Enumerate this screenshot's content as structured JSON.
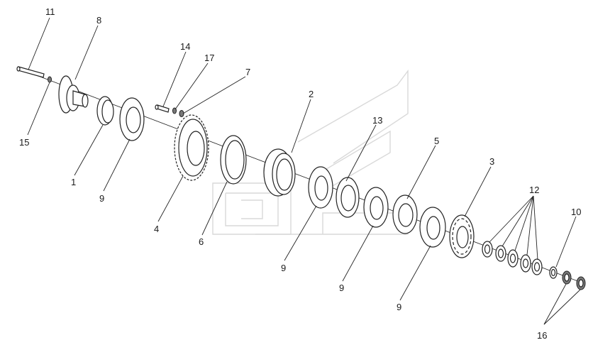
{
  "callouts": [
    "11",
    "8",
    "14",
    "17",
    "7",
    "2",
    "13",
    "5",
    "3",
    "12",
    "10",
    "15",
    "1",
    "9",
    "4",
    "6",
    "9",
    "9",
    "9",
    "16"
  ]
}
